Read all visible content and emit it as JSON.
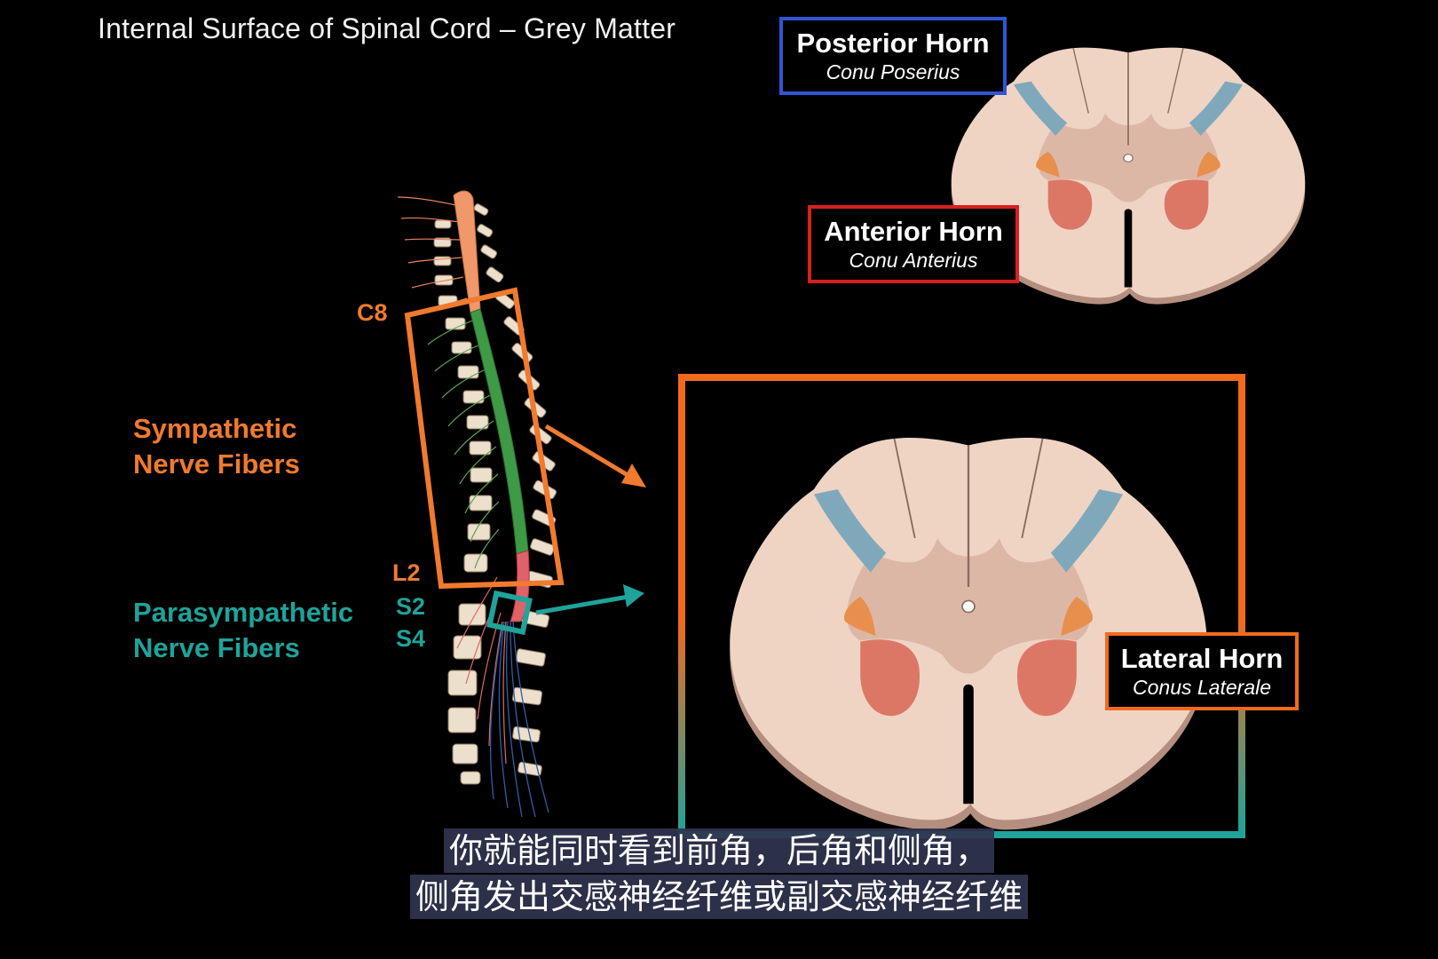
{
  "title": "Internal Surface of Spinal Cord – Grey Matter",
  "labels": {
    "posterior": {
      "main": "Posterior Horn",
      "sub": "Conu Poserius"
    },
    "anterior": {
      "main": "Anterior Horn",
      "sub": "Conu Anterius"
    },
    "lateral": {
      "main": "Lateral Horn",
      "sub": "Conus Laterale"
    }
  },
  "fibers": {
    "sympathetic": [
      "Sympathetic",
      "Nerve Fibers"
    ],
    "parasympathetic": [
      "Parasympathetic",
      "Nerve Fibers"
    ]
  },
  "segments": {
    "c8": "C8",
    "l2": "L2",
    "s2": "S2",
    "s4": "S4"
  },
  "subtitles": [
    "你就能同时看到前角，后角和侧角，",
    "侧角发出交感神经纤维或副交感神经纤维"
  ],
  "colors": {
    "sympathetic": "#f07a2e",
    "parasympathetic": "#1fa39a",
    "posterior_horn_box": "#2f56d6",
    "anterior_horn_box": "#d81f1f",
    "lateral_horn_box": "#f26a1e",
    "white_matter": "#efd4c4",
    "grey_matter": "#dcb7a6",
    "posterior_horn": "#7fa9bb",
    "anterior_horn": "#dc7766",
    "lateral_horn": "#e98f4e"
  }
}
